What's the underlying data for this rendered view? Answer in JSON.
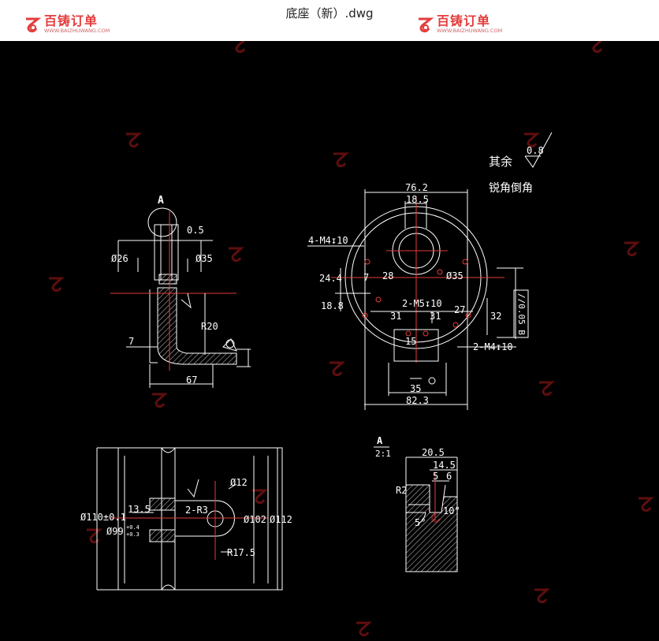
{
  "window": {
    "title": "底座（新）.dwg"
  },
  "watermark": {
    "brand": "百铸订单",
    "url": "WWW.BAIZHUWANG.COM",
    "color": "#e43c3c"
  },
  "drawing": {
    "notes": {
      "roughness": "0.8",
      "remaining": "其余",
      "chamfer": "锐角倒角"
    },
    "view_side": {
      "section_label": "A",
      "dims": {
        "d05": "0.5",
        "d26": "Ø26",
        "d35": "Ø35",
        "r20": "R20",
        "d7": "7",
        "d67": "67"
      }
    },
    "view_top": {
      "dims": {
        "w762": "76.2",
        "w185": "18.5",
        "m4_1": "4-M4↧10",
        "d244": "24.4",
        "d7": "7",
        "d188": "18.8",
        "d28": "28",
        "d35": "Ø35",
        "m5": "2-M5↧10",
        "d31a": "31",
        "d31b": "31",
        "d27": "27",
        "d32": "32",
        "d15": "15",
        "m4_2": "2-M4↧10",
        "d35b": "35",
        "w823": "82.3",
        "tol": "//0.05 B"
      }
    },
    "view_front": {
      "dims": {
        "d110": "Ø110±0.1",
        "d99": "Ø99",
        "d99_up": "+0.4",
        "d99_lo": "+0.3",
        "d135": "13.5",
        "r3": "2-R3",
        "d12": "Ø12",
        "d102": "Ø102",
        "d112": "Ø112",
        "r175": "R17.5"
      }
    },
    "view_detail": {
      "label": "A",
      "scale": "2:1",
      "dims": {
        "d205": "20.5",
        "d145": "14.5",
        "d5": "5",
        "d6": "6",
        "r2": "R2",
        "a10": "10°",
        "a5": "5°"
      }
    }
  }
}
